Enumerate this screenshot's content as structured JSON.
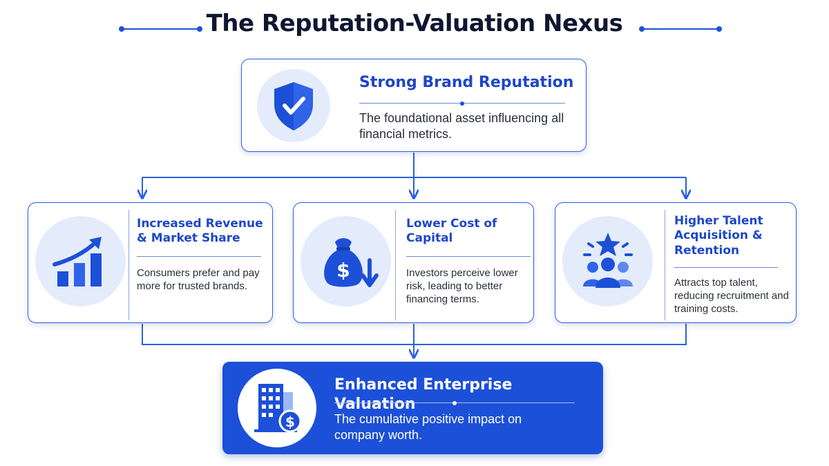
{
  "title": "The Reputation-Valuation Nexus",
  "colors": {
    "accent": "#1d50d8",
    "text_dark": "#0f1630",
    "icon_bg": "#e4ecfc"
  },
  "top": {
    "heading": "Strong Brand Reputation",
    "description": "The foundational asset influencing all financial metrics.",
    "icon": "shield-check-icon"
  },
  "effects": [
    {
      "heading": "Increased Revenue & Market Share",
      "description": "Consumers prefer and pay more for trusted brands.",
      "icon": "growth-chart-icon"
    },
    {
      "heading": "Lower Cost of Capital",
      "description": "Investors perceive lower risk, leading to better financing terms.",
      "icon": "money-bag-down-icon"
    },
    {
      "heading": "Higher Talent Acquisition & Retention",
      "description": "Attracts top talent, reducing recruitment and training costs.",
      "icon": "star-team-icon"
    }
  ],
  "result": {
    "heading": "Enhanced Enterprise Valuation",
    "description": "The cumulative positive impact on company worth.",
    "icon": "building-dollar-icon"
  }
}
